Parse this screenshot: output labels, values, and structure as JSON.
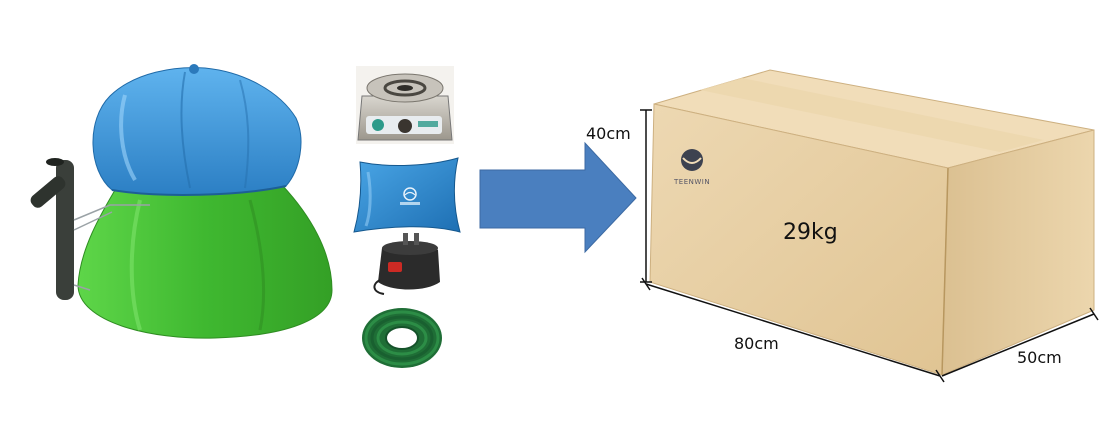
{
  "box": {
    "height_label": "40cm",
    "length_label": "80cm",
    "width_label": "50cm",
    "weight_label": "29kg",
    "brand_text": "TEENWIN"
  },
  "colors": {
    "bag_top": "#3a93d6",
    "bag_bottom": "#46c23a",
    "arrow": "#4a7fbf",
    "box": "#e6cfa6",
    "box_side": "#d9bd8e"
  },
  "icons": [
    "biogas-bag-image",
    "gas-stove-image",
    "blue-pillow-bag-image",
    "air-pump-image",
    "green-hose-coil-image",
    "arrow-right-icon",
    "cardboard-box-image"
  ]
}
